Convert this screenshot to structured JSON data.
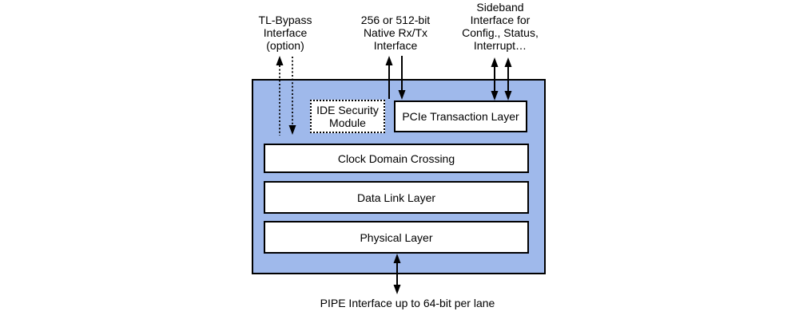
{
  "diagram": {
    "type": "block-diagram",
    "subject": "PCIe controller architecture",
    "colors": {
      "controller_fill": "#9FB9EB",
      "block_fill": "#FFFFFF",
      "line": "#000000",
      "background": "#FFFFFF"
    },
    "top_labels": [
      {
        "id": "tl-bypass-interface",
        "lines": [
          "TL-Bypass",
          "Interface",
          "(option)"
        ]
      },
      {
        "id": "native-rx-tx-interface",
        "lines": [
          "256 or 512-bit",
          "Native Rx/Tx",
          "Interface"
        ]
      },
      {
        "id": "sideband-interface",
        "lines": [
          "Sideband",
          "Interface for",
          "Config., Status,",
          "Interrupt…"
        ]
      }
    ],
    "blocks": [
      {
        "id": "ide-security-module",
        "label": "IDE Security Module",
        "border": "dashed"
      },
      {
        "id": "pcie-transaction-layer",
        "label": "PCIe Transaction Layer",
        "border": "solid"
      },
      {
        "id": "clock-domain-crossing",
        "label": "Clock Domain Crossing",
        "border": "solid"
      },
      {
        "id": "data-link-layer",
        "label": "Data Link Layer",
        "border": "solid"
      },
      {
        "id": "physical-layer",
        "label": "Physical Layer",
        "border": "solid"
      }
    ],
    "bottom_label": "PIPE Interface up to 64-bit per lane",
    "arrows": [
      {
        "id": "tl-bypass-up",
        "style": "dotted",
        "direction": "up"
      },
      {
        "id": "tl-bypass-down",
        "style": "dotted",
        "direction": "down"
      },
      {
        "id": "native-up",
        "style": "solid",
        "direction": "up"
      },
      {
        "id": "native-down",
        "style": "solid",
        "direction": "down"
      },
      {
        "id": "sideband-left",
        "style": "solid",
        "direction": "both"
      },
      {
        "id": "sideband-right",
        "style": "solid",
        "direction": "both"
      },
      {
        "id": "pipe",
        "style": "solid",
        "direction": "both"
      }
    ]
  }
}
